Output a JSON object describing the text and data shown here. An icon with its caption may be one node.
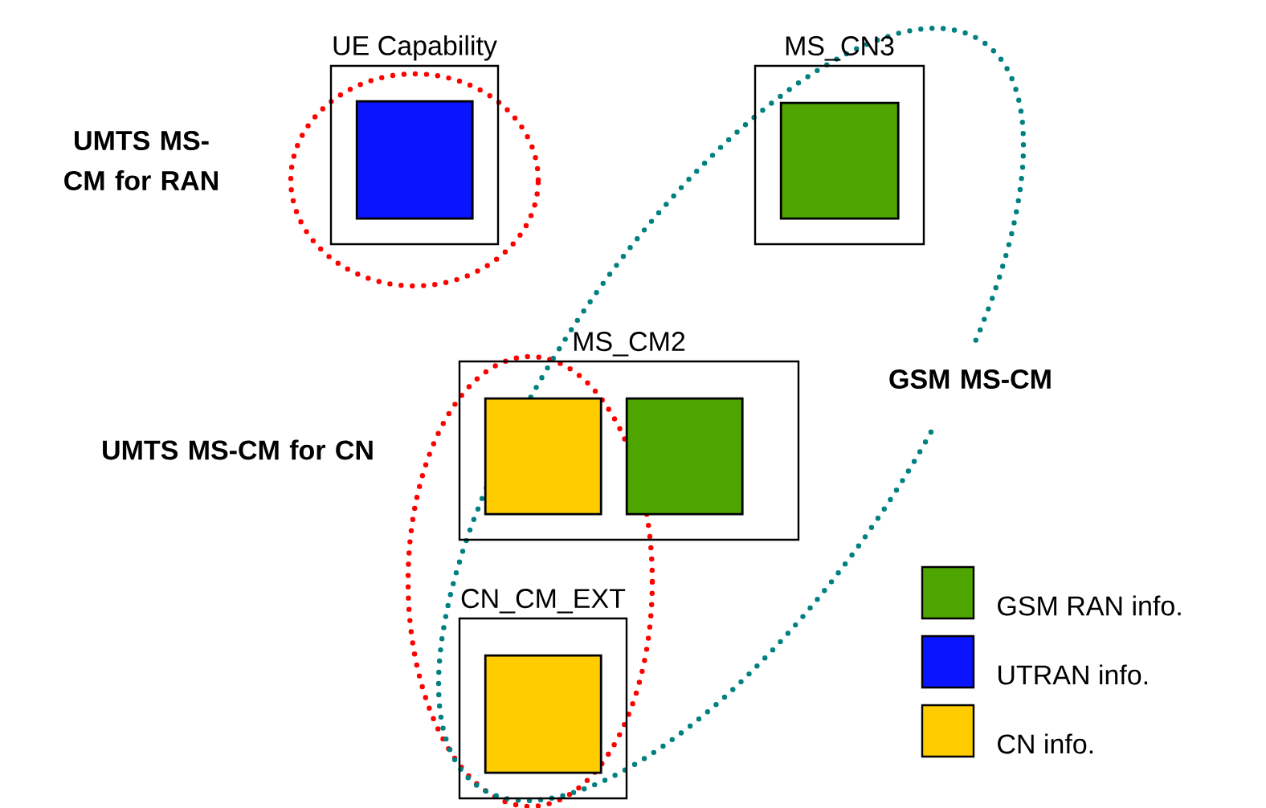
{
  "diagram": {
    "nodes": [
      {
        "text": [
          "UE Capability"
        ]
      },
      {
        "text": [],
        "shape": "box",
        "in": 0
      },
      {
        "text": [
          "MS_CN3"
        ]
      },
      {
        "text": [],
        "shape": "box",
        "in": 2
      },
      {
        "text": [
          "MS_CM2"
        ]
      },
      {
        "text": [],
        "shape": "box",
        "in": 4
      },
      {
        "text": [],
        "shape": "box",
        "in": 4
      },
      {
        "text": [
          "CN_CM_EXT"
        ]
      },
      {
        "text": [],
        "shape": "box",
        "in": 7
      }
    ],
    "labels": [
      "UMTS MS-CM for RAN",
      "UMTS MS-CM for CN",
      "GSM MS-CM"
    ],
    "legend": [
      {
        "text": "GSM RAN info.",
        "color": "#4ea500"
      },
      {
        "text": "UTRAN info.",
        "color": "#0a14ff"
      },
      {
        "text": "CN info.",
        "color": "#ffcc00"
      }
    ]
  }
}
